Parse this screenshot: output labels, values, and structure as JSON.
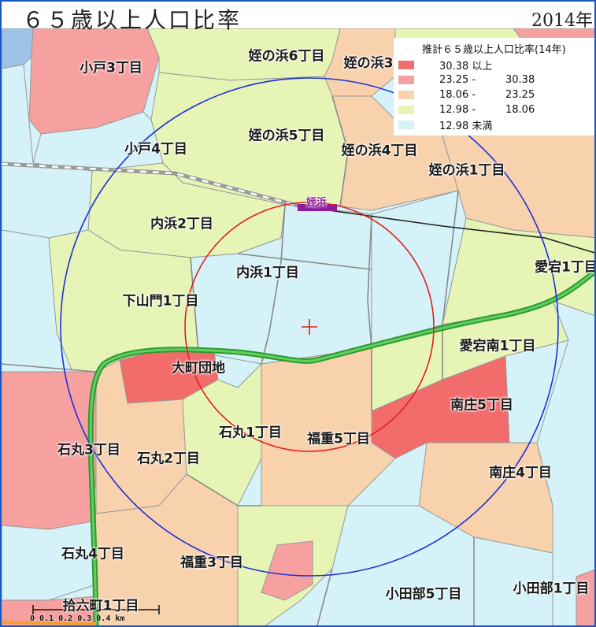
{
  "title": "６５歳以上人口比率",
  "year": "2014年",
  "legend": {
    "title": "推計６５歳以上人口比率(14年)",
    "items": [
      {
        "min": "30.38 以上",
        "max": "",
        "color": "#f26c6c"
      },
      {
        "min": "23.25 -",
        "max": "30.38",
        "color": "#f7a0a0"
      },
      {
        "min": "18.06 -",
        "max": "23.25",
        "color": "#f8d2ad"
      },
      {
        "min": "12.98 -",
        "max": "18.06",
        "color": "#e6f5b5"
      },
      {
        "min": "12.98 未満",
        "max": "",
        "color": "#d4f2f8"
      }
    ]
  },
  "districts": [
    "小戸3丁目",
    "姪の浜6丁目",
    "姪の浜3",
    "小戸4丁目",
    "姪の浜5丁目",
    "姪の浜4丁目",
    "姪の浜1丁目",
    "内浜2丁目",
    "内浜1丁目",
    "愛宕1丁目",
    "下山門1丁目",
    "愛宕南1丁目",
    "大町団地",
    "南庄5丁目",
    "石丸1丁目",
    "福重5丁目",
    "石丸3丁目",
    "石丸2丁目",
    "南庄4丁目",
    "石丸4丁目",
    "福重3丁目",
    "小田部5丁目",
    "小田部1丁目",
    "拾六町1丁目"
  ],
  "station": "姪浜",
  "scale": "0  0.1 0.2 0.3  0.4 km"
}
